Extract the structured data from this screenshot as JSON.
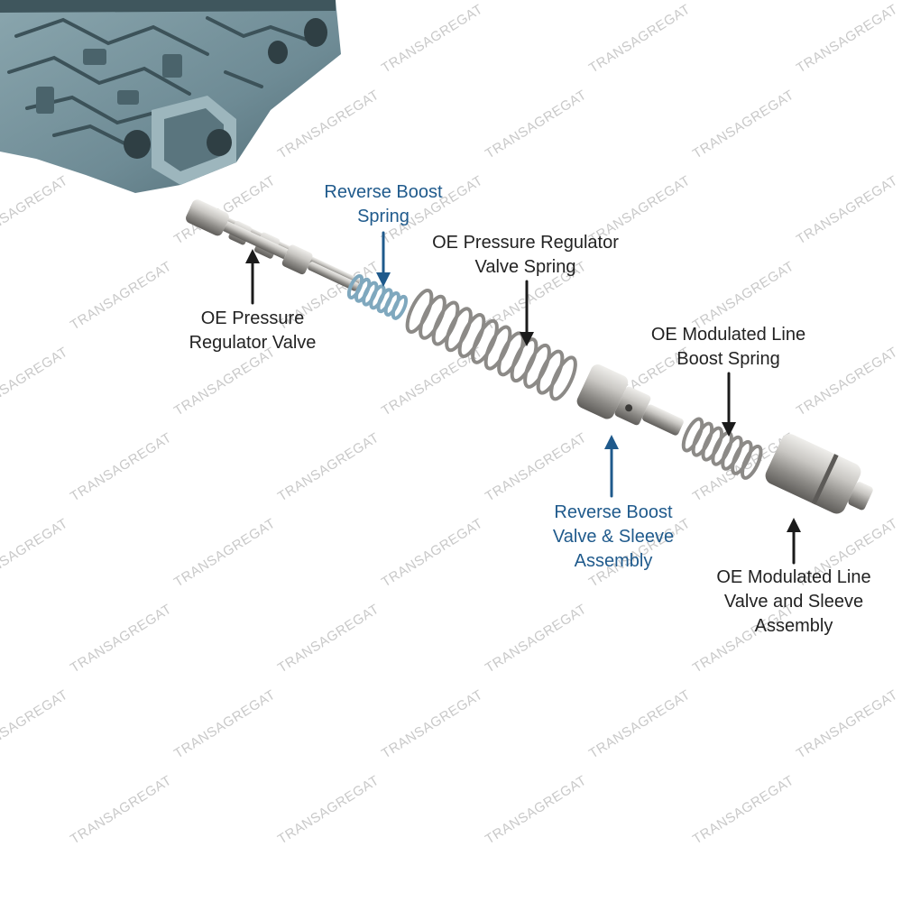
{
  "watermark": "TRANSAGREGAT",
  "colors": {
    "label": "#222222",
    "label_highlight": "#1f5a8c",
    "watermark": "#c9c9c9",
    "valve_body": "#6f8e98",
    "steel": "#b8b6b2",
    "highlight_spring": "#8fb4c8"
  },
  "labels": {
    "pressure_regulator_valve": [
      "OE Pressure",
      "Regulator Valve"
    ],
    "reverse_boost_spring": [
      "Reverse Boost",
      "Spring"
    ],
    "pressure_regulator_spring": [
      "OE Pressure Regulator",
      "Valve Spring"
    ],
    "modulated_line_boost_spring": [
      "OE Modulated Line",
      "Boost Spring"
    ],
    "reverse_boost_valve": [
      "Reverse Boost",
      "Valve & Sleeve",
      "Assembly"
    ],
    "modulated_line_valve": [
      "OE Modulated Line",
      "Valve and Sleeve",
      "Assembly"
    ]
  }
}
